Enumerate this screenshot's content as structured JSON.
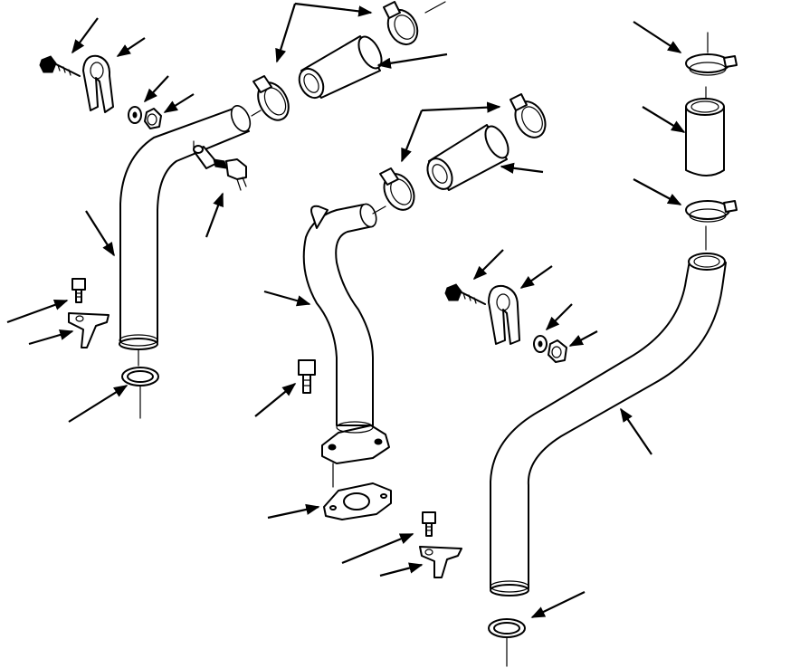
{
  "diagram": {
    "subject": "coolant-hose-and-pipe-assembly",
    "parts": [
      {
        "id": "pipe-left",
        "kind": "pipe"
      },
      {
        "id": "pipe-center",
        "kind": "pipe-with-flange"
      },
      {
        "id": "pipe-right",
        "kind": "pipe"
      },
      {
        "id": "hose-1",
        "kind": "hose"
      },
      {
        "id": "hose-2",
        "kind": "hose"
      },
      {
        "id": "hose-3",
        "kind": "hose"
      },
      {
        "id": "hose-clamps",
        "kind": "clamp",
        "count": 6
      },
      {
        "id": "p-clips",
        "kind": "clip",
        "count": 2
      },
      {
        "id": "bolts",
        "kind": "bolt",
        "count": 5
      },
      {
        "id": "brackets",
        "kind": "bracket",
        "count": 2
      },
      {
        "id": "o-rings",
        "kind": "o-ring",
        "count": 2
      },
      {
        "id": "gasket",
        "kind": "gasket",
        "count": 1
      },
      {
        "id": "sensor",
        "kind": "temperature-sensor",
        "count": 1
      }
    ]
  }
}
